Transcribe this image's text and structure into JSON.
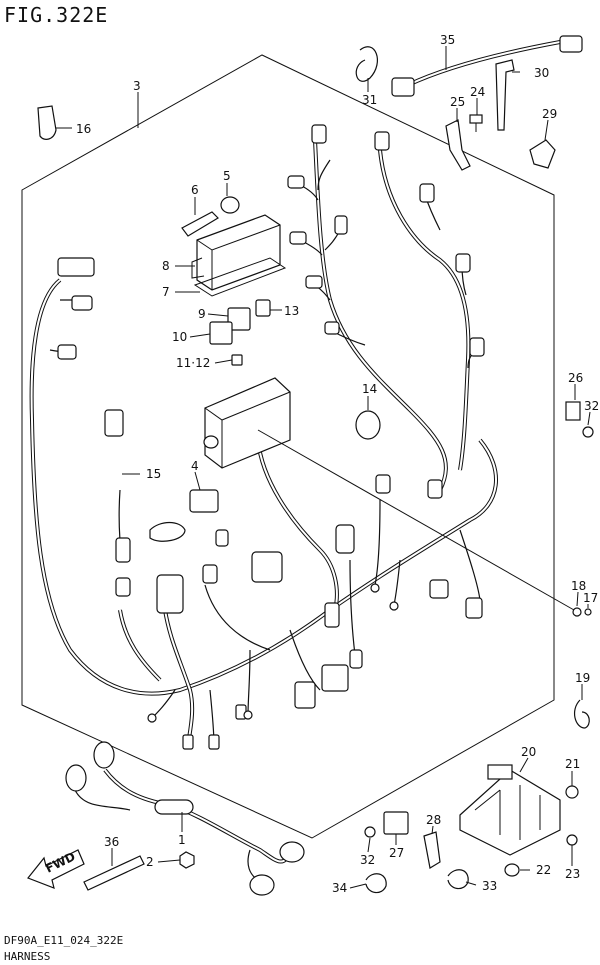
{
  "figure": {
    "title": "FIG.322E",
    "code": "DF90A_E11_024_322E",
    "name": "HARNESS"
  },
  "callouts": {
    "c1": "1",
    "c2": "2",
    "c3": "3",
    "c4": "4",
    "c5": "5",
    "c6": "6",
    "c7": "7",
    "c8": "8",
    "c9": "9",
    "c10": "10",
    "c11_12": "11·12",
    "c13": "13",
    "c14": "14",
    "c15": "15",
    "c16": "16",
    "c17": "17",
    "c18": "18",
    "c19": "19",
    "c20": "20",
    "c21": "21",
    "c22": "22",
    "c23": "23",
    "c24": "24",
    "c25": "25",
    "c26": "26",
    "c27": "27",
    "c28": "28",
    "c29": "29",
    "c30": "30",
    "c31": "31",
    "c32a": "32",
    "c32b": "32",
    "c33": "33",
    "c34": "34",
    "c35": "35",
    "c36": "36"
  },
  "fwd_label": "FWD",
  "colors": {
    "ink": "#111111",
    "paper": "#ffffff"
  }
}
